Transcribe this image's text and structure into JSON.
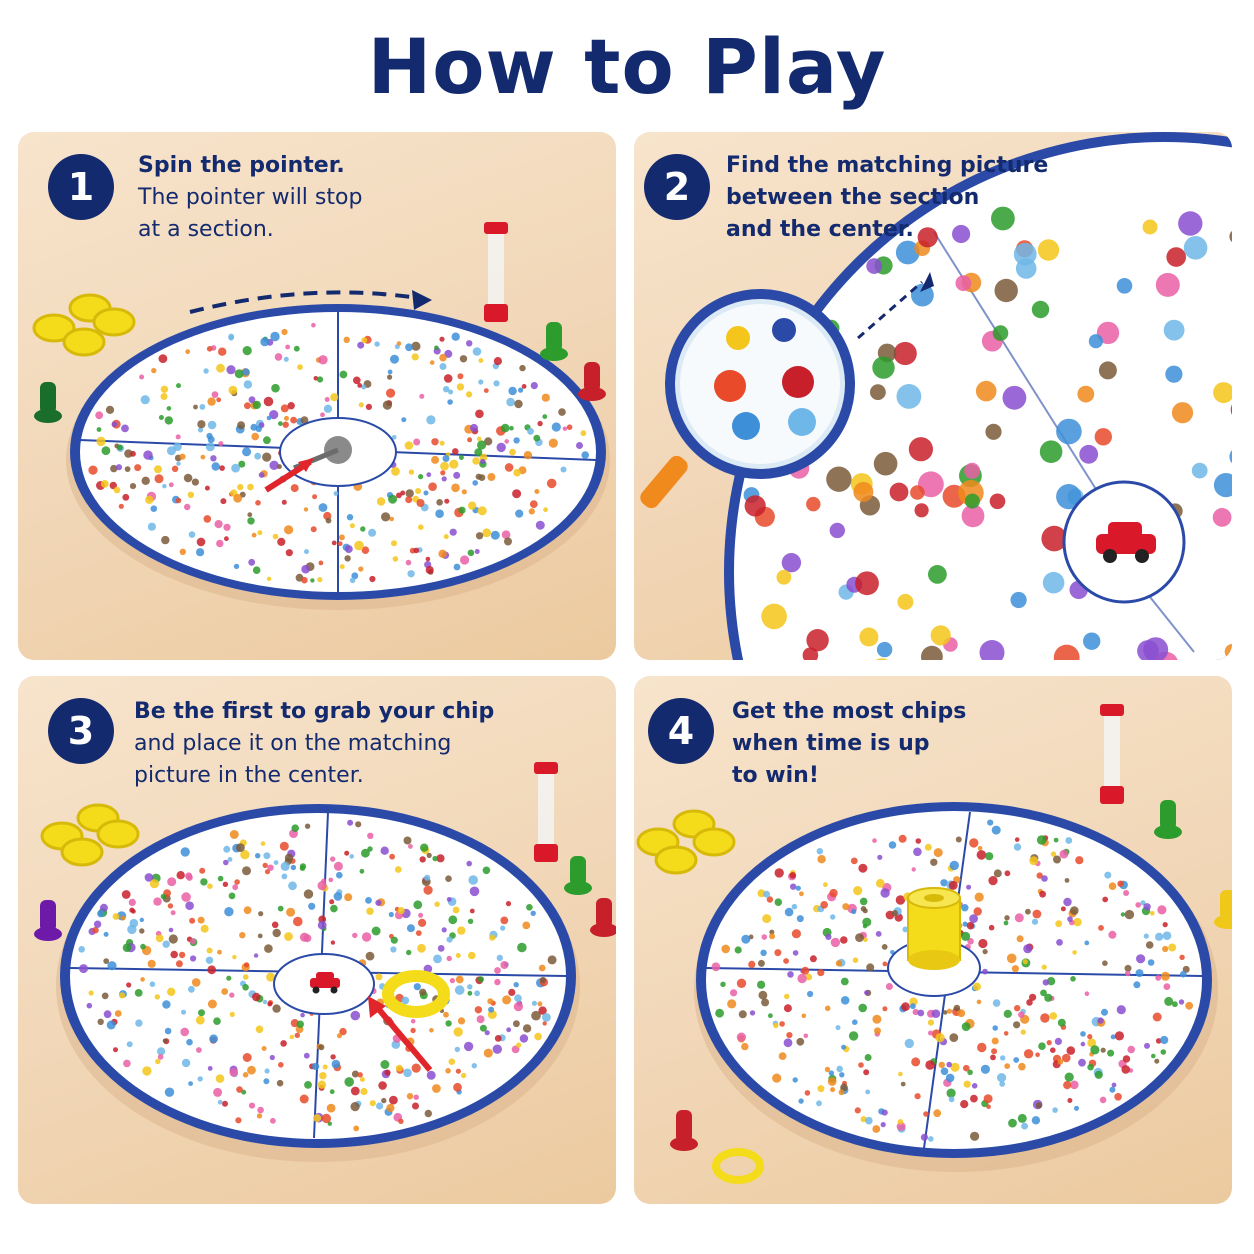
{
  "title": "How to Play",
  "colors": {
    "navy": "#142a6e",
    "board_ring": "#2b4aa8",
    "chip": "#f4dc1a",
    "timer_red": "#d9182a"
  },
  "steps": [
    {
      "number": "1",
      "line1": "Spin the pointer.",
      "line2": "The pointer will stop",
      "line3": "at a section."
    },
    {
      "number": "2",
      "line1": "Find the matching picture",
      "line2": "between the section",
      "line3": "and the center."
    },
    {
      "number": "3",
      "line1": "Be the first to grab your chip",
      "line2": "and place it on the matching",
      "line3": "picture in the center."
    },
    {
      "number": "4",
      "line1": "Get the most chips",
      "line2": "when time is up",
      "line3": "to win!"
    }
  ]
}
